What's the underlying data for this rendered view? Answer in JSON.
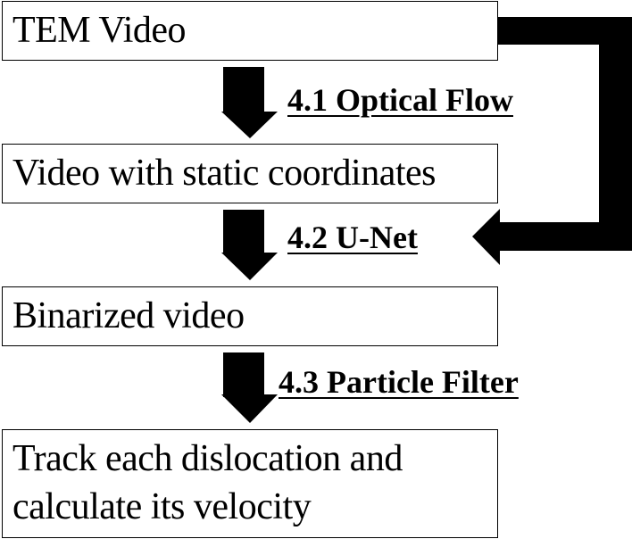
{
  "diagram": {
    "type": "flowchart",
    "nodes": [
      {
        "id": "n1",
        "label": "TEM Video"
      },
      {
        "id": "n2",
        "label": "Video with static coordinates"
      },
      {
        "id": "n3",
        "label": "Binarized video"
      },
      {
        "id": "n4",
        "label_lines": [
          "Track each dislocation and",
          "calculate its velocity"
        ]
      }
    ],
    "edges": [
      {
        "from": "n1",
        "to": "n2",
        "label": "4.1 Optical Flow"
      },
      {
        "from": "n2",
        "to": "n3",
        "label": "4.2 U-Net"
      },
      {
        "from": "n1",
        "to": "n3",
        "label": "",
        "style": "bypass connector into 4.2"
      },
      {
        "from": "n3",
        "to": "n4",
        "label": "4.3 Particle Filter"
      }
    ],
    "colors": {
      "stroke": "#000000",
      "fill": "#ffffff"
    }
  }
}
